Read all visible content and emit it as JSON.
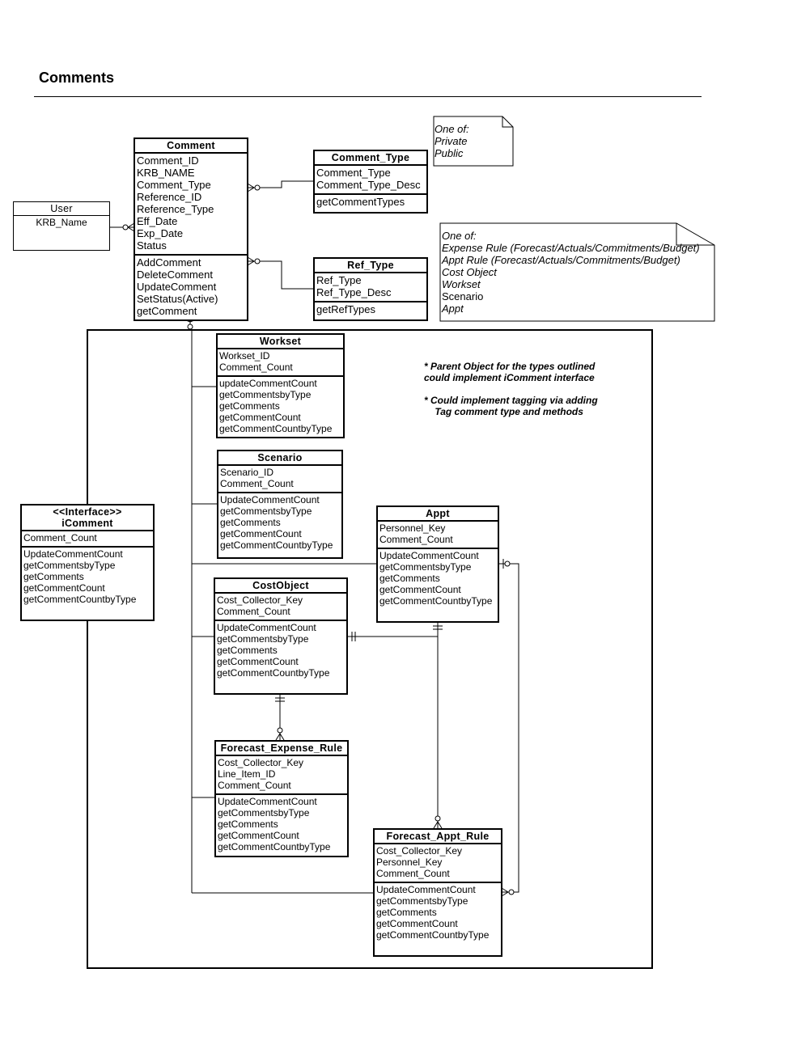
{
  "page": {
    "title": "Comments"
  },
  "entities": {
    "comment": {
      "name": "Comment",
      "attributes": [
        "Comment_ID",
        "KRB_NAME",
        "Comment_Type",
        "Reference_ID",
        "Reference_Type",
        "Eff_Date",
        "Exp_Date",
        "Status"
      ],
      "methods": [
        "AddComment",
        "DeleteComment",
        "UpdateComment",
        "SetStatus(Active)",
        "getComment"
      ]
    },
    "user": {
      "name": "User",
      "attributes": [
        "KRB_Name"
      ]
    },
    "comment_type": {
      "name": "Comment_Type",
      "attributes": [
        "Comment_Type",
        "Comment_Type_Desc"
      ],
      "methods": [
        "getCommentTypes"
      ]
    },
    "ref_type": {
      "name": "Ref_Type",
      "attributes": [
        "Ref_Type",
        "Ref_Type_Desc"
      ],
      "methods": [
        "getRefTypes"
      ]
    },
    "workset": {
      "name": "Workset",
      "attributes": [
        "Workset_ID",
        "Comment_Count"
      ],
      "methods": [
        "updateCommentCount",
        "getCommentsbyType",
        "getComments",
        "getCommentCount",
        "getCommentCountbyType"
      ]
    },
    "scenario": {
      "name": "Scenario",
      "attributes": [
        "Scenario_ID",
        "Comment_Count"
      ],
      "methods": [
        "UpdateCommentCount",
        "getCommentsbyType",
        "getComments",
        "getCommentCount",
        "getCommentCountbyType"
      ]
    },
    "icomment": {
      "stereotype": "<<Interface>>",
      "name": "iComment",
      "attributes": [
        "Comment_Count"
      ],
      "methods": [
        "UpdateCommentCount",
        "getCommentsbyType",
        "getComments",
        "getCommentCount",
        "getCommentCountbyType"
      ]
    },
    "appt": {
      "name": "Appt",
      "attributes": [
        "Personnel_Key",
        "Comment_Count"
      ],
      "methods": [
        "UpdateCommentCount",
        "getCommentsbyType",
        "getComments",
        "getCommentCount",
        "getCommentCountbyType"
      ]
    },
    "costobject": {
      "name": "CostObject",
      "attributes": [
        "Cost_Collector_Key",
        "Comment_Count"
      ],
      "methods": [
        "UpdateCommentCount",
        "getCommentsbyType",
        "getComments",
        "getCommentCount",
        "getCommentCountbyType"
      ]
    },
    "forecast_expense_rule": {
      "name": "Forecast_Expense_Rule",
      "attributes": [
        "Cost_Collector_Key",
        "Line_Item_ID",
        "Comment_Count"
      ],
      "methods": [
        "UpdateCommentCount",
        "getCommentsbyType",
        "getComments",
        "getCommentCount",
        "getCommentCountbyType"
      ]
    },
    "forecast_appt_rule": {
      "name": "Forecast_Appt_Rule",
      "attributes": [
        "Cost_Collector_Key",
        "Personnel_Key",
        "Comment_Count"
      ],
      "methods": [
        "UpdateCommentCount",
        "getCommentsbyType",
        "getComments",
        "getCommentCount",
        "getCommentCountbyType"
      ]
    }
  },
  "notes": {
    "comment_type_note": [
      "One of:",
      "Private",
      "Public"
    ],
    "ref_type_note": [
      "One of:",
      "Expense Rule (Forecast/Actuals/Commitments/Budget)",
      "Appt Rule (Forecast/Actuals/Commitments/Budget)",
      "Cost Object",
      "Workset",
      "Scenario",
      "Appt"
    ]
  },
  "remarks": {
    "parent_object": "* Parent Object for the types outlined\ncould implement iComment interface",
    "tagging": "* Could implement tagging via adding\n    Tag comment type and methods"
  }
}
